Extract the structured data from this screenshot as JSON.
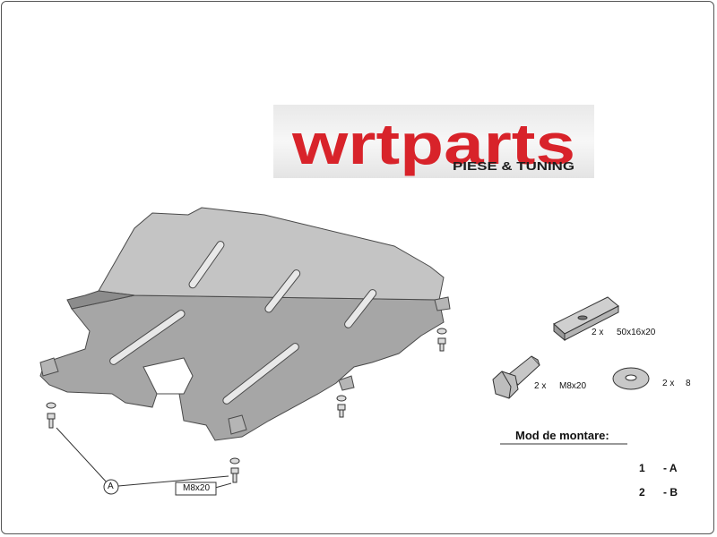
{
  "brand": {
    "logo_main": "wrtparts",
    "logo_sub": "PIESE & TUNING",
    "colors": {
      "red": "#d8232a",
      "dark": "#1c1c1c"
    }
  },
  "parts": {
    "plate": {
      "qty": "2 x",
      "size": "50x16x20"
    },
    "bolt": {
      "qty": "2 x",
      "size": "M8x20"
    },
    "washer": {
      "qty": "2 x",
      "size": "8"
    }
  },
  "callouts": {
    "letter": "A",
    "bolt_label": "M8x20"
  },
  "mounting": {
    "title": "Mod de montare:",
    "steps": [
      {
        "num": "1",
        "code": "- A"
      },
      {
        "num": "2",
        "code": "- B"
      }
    ]
  }
}
